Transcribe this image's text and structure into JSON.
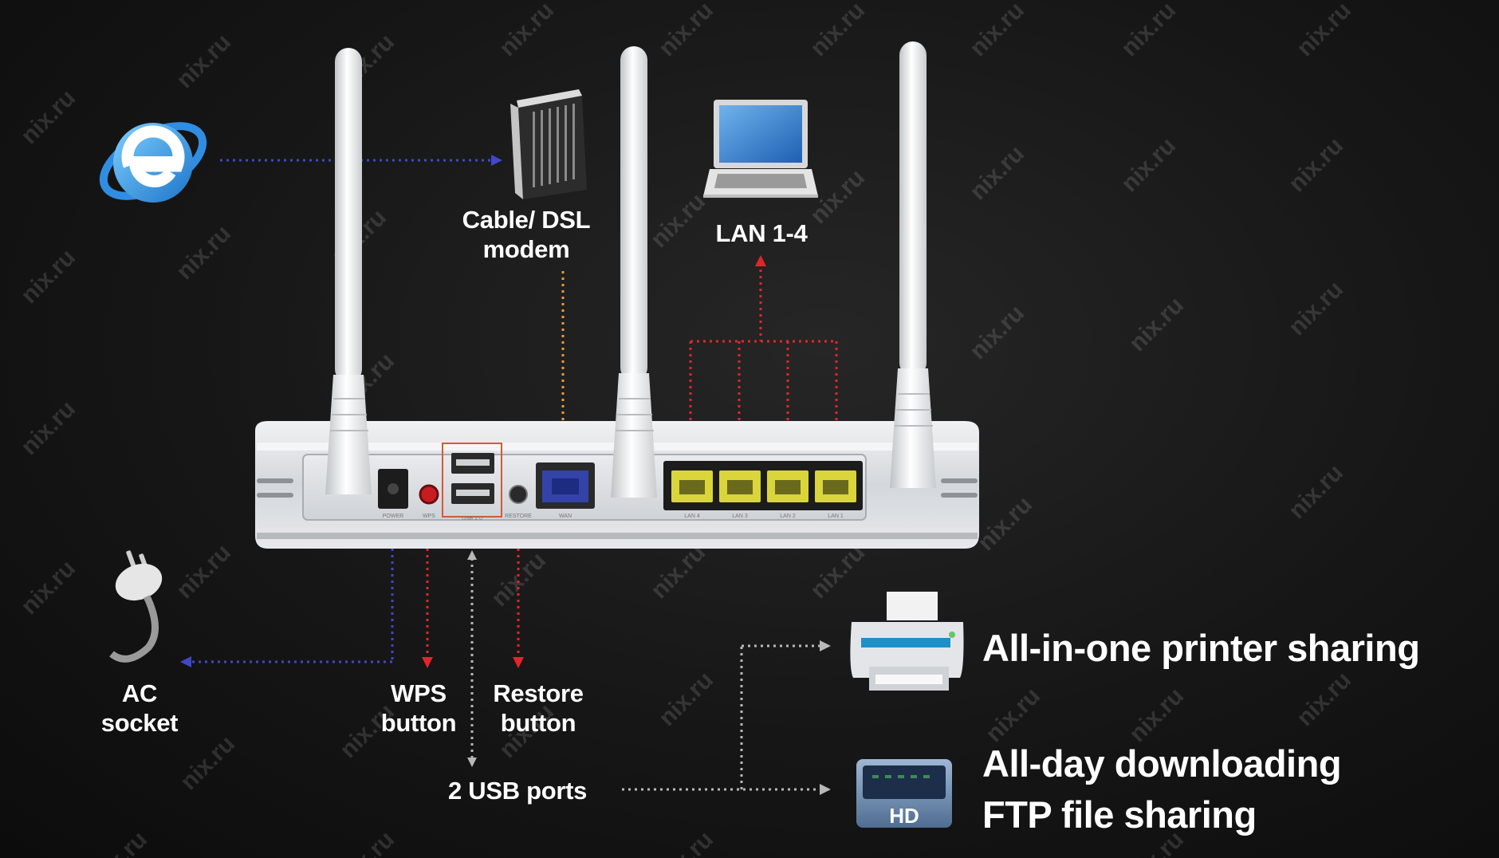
{
  "watermark": "nix.ru",
  "labels": {
    "modem": [
      "Cable/ DSL",
      "modem"
    ],
    "lan": "LAN 1-4",
    "ac": [
      "AC",
      "socket"
    ],
    "wps": [
      "WPS",
      "button"
    ],
    "restore": [
      "Restore",
      "button"
    ],
    "usb": "2 USB ports"
  },
  "features": {
    "printer": "All-in-one printer sharing",
    "download": [
      "All-day downloading",
      "FTP file sharing"
    ]
  },
  "router_ports": [
    "POWER",
    "WPS",
    "USB 2.0",
    "RESTORE",
    "WAN",
    "LAN 4",
    "LAN 3",
    "LAN 2",
    "LAN 1"
  ],
  "hdd_label": "HD",
  "colors": {
    "blue_line": "#3f48c8",
    "red_line": "#e0262b",
    "grey_line": "#b8b8b8",
    "orange_line": "#e89a3c",
    "lan_port": "#d9d53a"
  }
}
